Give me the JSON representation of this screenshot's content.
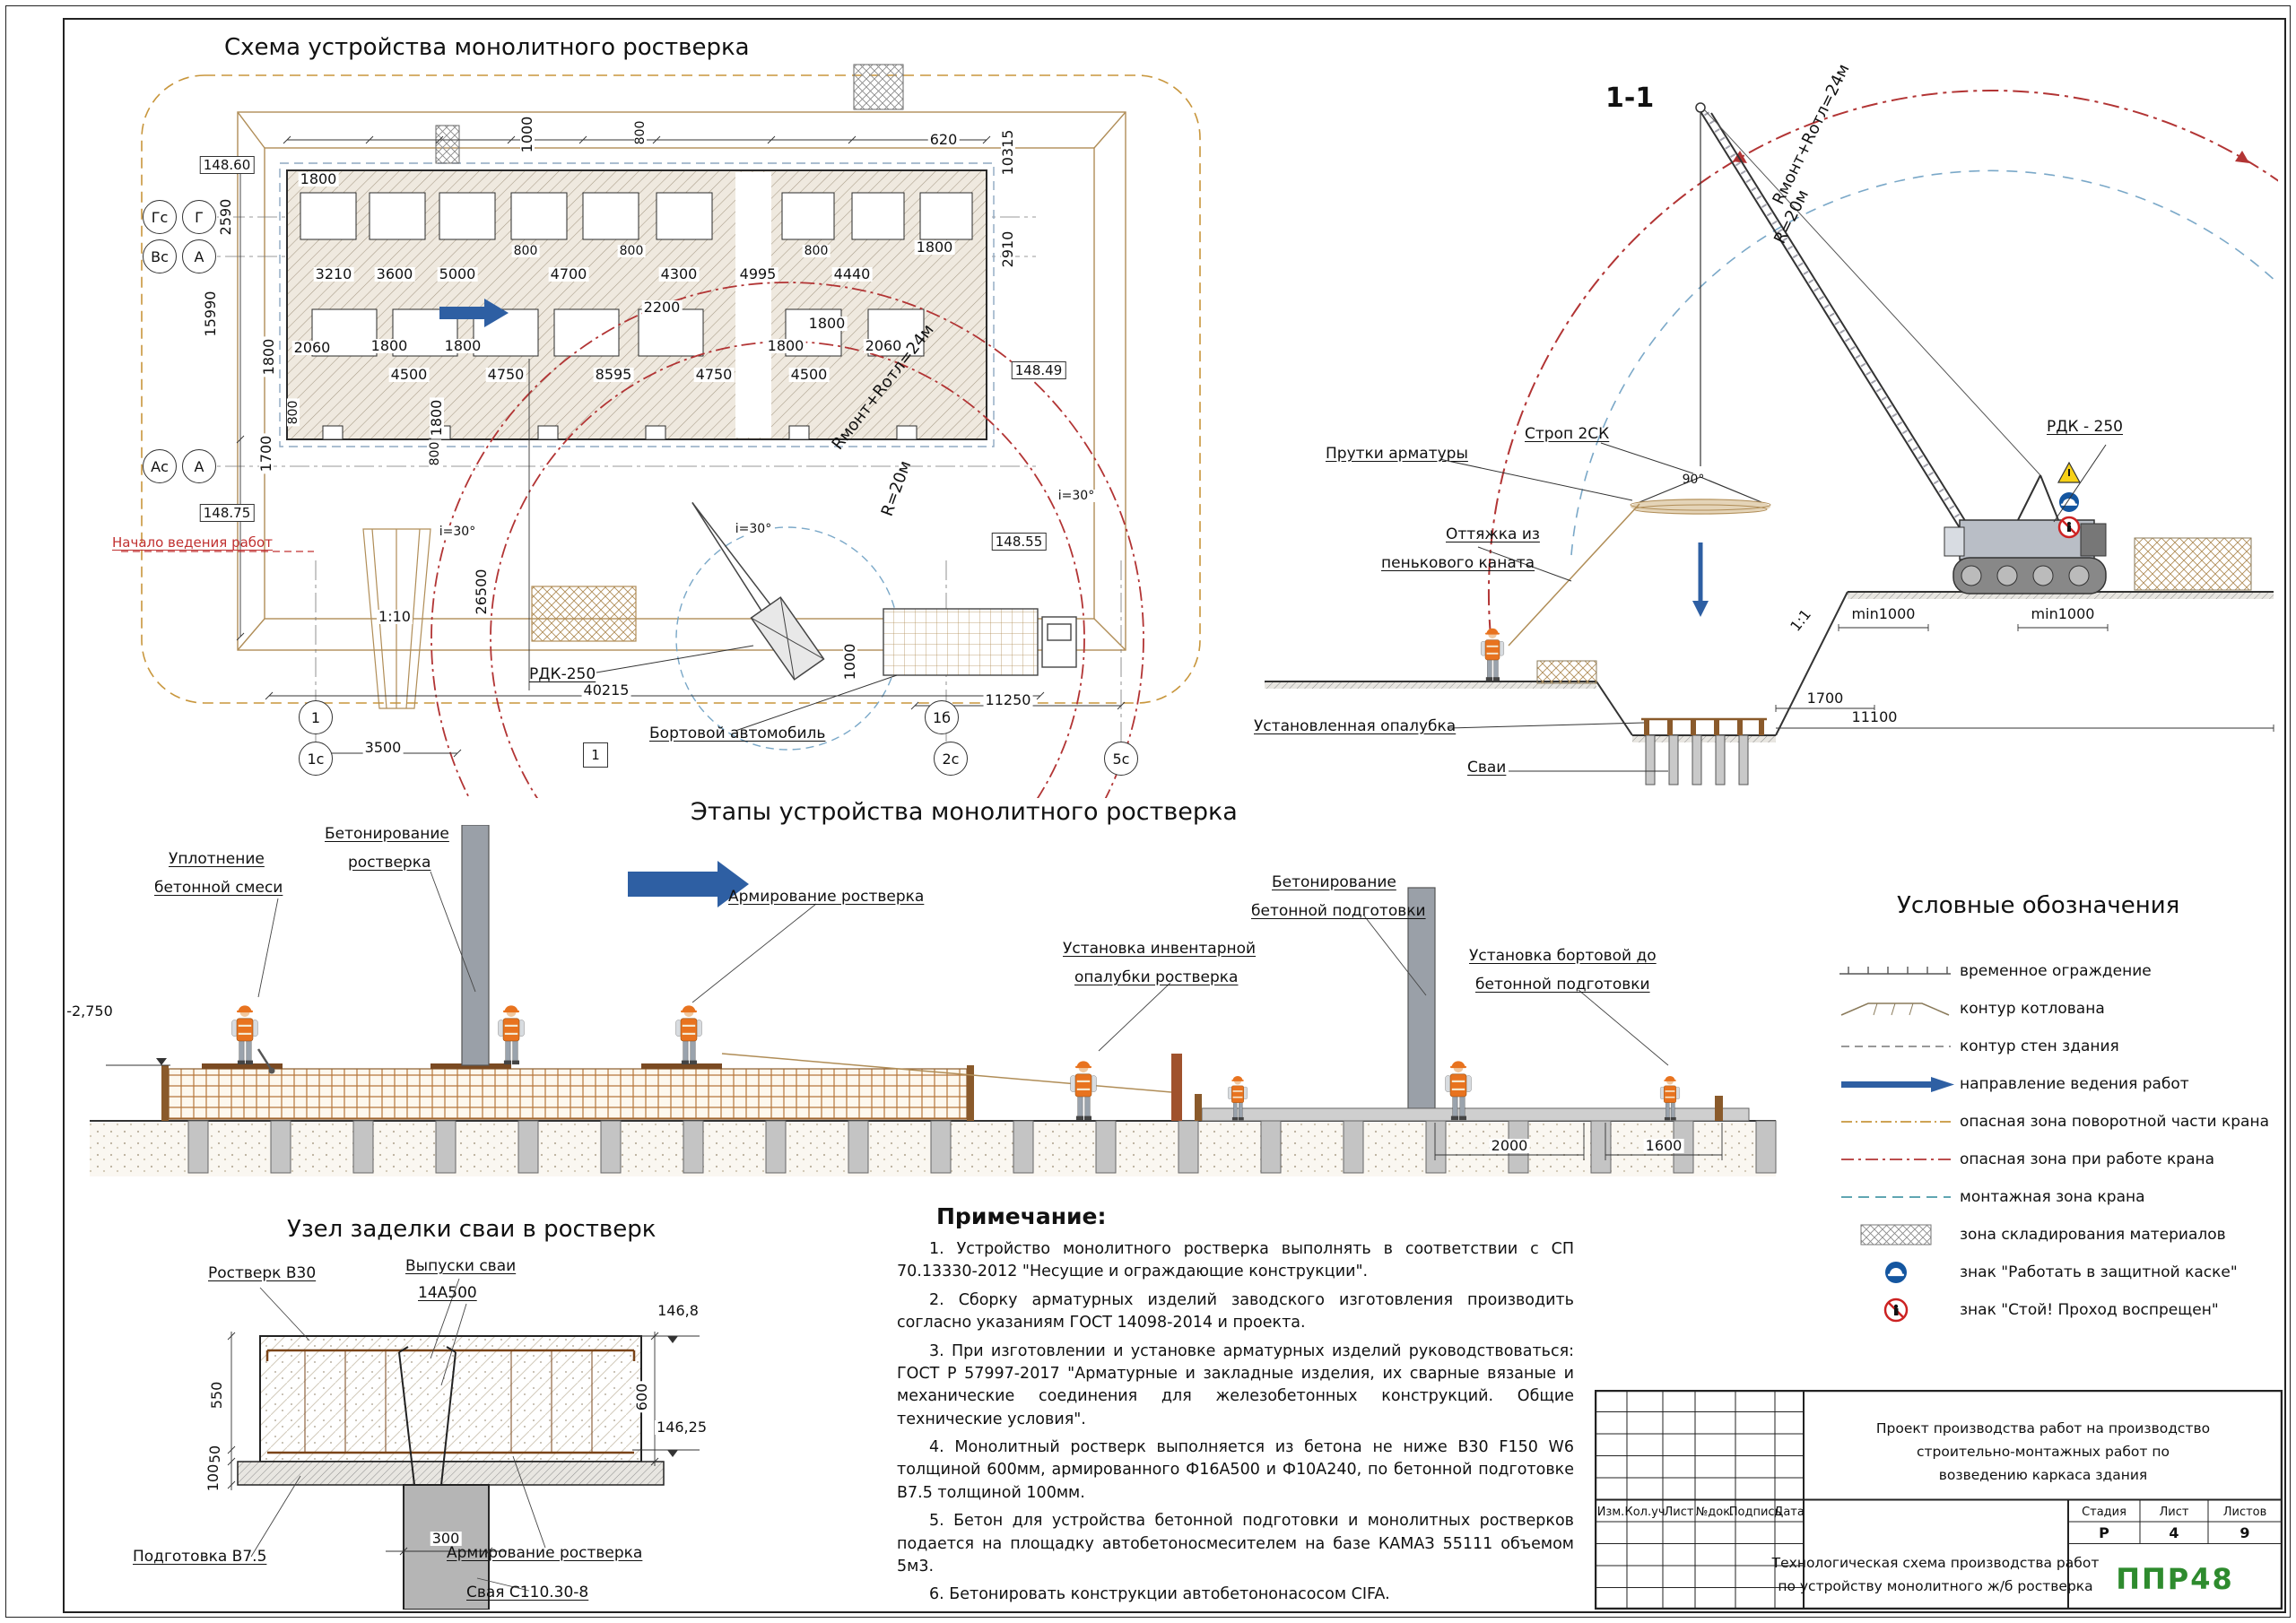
{
  "colors": {
    "danger_red": "#b23434",
    "excavation_tan": "#b08d57",
    "zone_tan": "#c8963c",
    "arrow_blue": "#2e5fa3",
    "montage_teal": "#4a9aa8",
    "logo_green": "#2e8b2e",
    "worker_orange": "#e8731f"
  },
  "plan": {
    "title": "Схема устройства монолитного ростверка",
    "start_label": "Начало ведения работ",
    "crane": "РДК-250",
    "truck": "Бортовой автомобиль",
    "r24": "Rмонт+Rотл=24м",
    "r20": "R=20м",
    "axes": [
      "Гс",
      "Г",
      "Вс",
      "А",
      "Ас",
      "А"
    ],
    "grids": [
      "1",
      "1с",
      "1б",
      "2с",
      "5с",
      "1"
    ],
    "elevs": [
      "148.60",
      "148.75",
      "148.49",
      "148.55"
    ],
    "dims": [
      "1800",
      "3210",
      "3600",
      "5000",
      "800",
      "4700",
      "800",
      "4300",
      "4995",
      "800",
      "4440",
      "1800",
      "2200",
      "1000",
      "800",
      "620",
      "10315",
      "2910",
      "2060",
      "1800",
      "1800",
      "1800",
      "1800",
      "2060",
      "4500",
      "4750",
      "8595",
      "4750",
      "4500",
      "1800",
      "800",
      "800",
      "15990",
      "2590",
      "1700",
      "26500",
      "1:10",
      "40215",
      "3500",
      "1000",
      "11250",
      "i=30°",
      "i=30°",
      "i=30°",
      "1800"
    ]
  },
  "section": {
    "title": "1-1",
    "r24": "Rмонт+Rотл=24м",
    "r20": "R=20м",
    "rebar": "Прутки арматуры",
    "sling": "Строп 2СК",
    "guy1": "Оттяжка из",
    "guy2": "пенькового каната",
    "crane": "РДК - 250",
    "formwork": "Установленная опалубка",
    "piles": "Сваи",
    "min1": "min1000",
    "min2": "min1000",
    "d1700": "1700",
    "d11100": "11100",
    "slope": "1:1",
    "angle": "90°"
  },
  "stages": {
    "title": "Этапы устройства монолитного ростверка",
    "lines": [
      "Уплотнение",
      "бетонной смеси",
      "Бетонирование",
      "ростверка",
      "Армирование ростверка",
      "Установка инвентарной",
      "опалубки ростверка",
      "Бетонирование",
      "бетонной подготовки",
      "Установка бортовой до",
      "бетонной подготовки"
    ],
    "elev": "-2,750",
    "d2000": "2000",
    "d1600": "1600"
  },
  "legend": {
    "title": "Условные обозначения",
    "items": [
      "временное ограждение",
      "контур котлована",
      "контур стен здания",
      "направление ведения работ",
      "опасная зона поворотной части крана",
      "опасная зона при работе крана",
      "монтажная зона крана",
      "зона складирования материалов",
      "знак \"Работать в защитной каске\"",
      "знак \"Стой! Проход воспрещен\""
    ]
  },
  "detail": {
    "title": "Узел заделки сваи в ростверк",
    "cap": "Ростверк В30",
    "outlets": "Выпуски сваи",
    "rebar_mark": "14А500",
    "e1": "146,8",
    "e2": "146,25",
    "d550": "550",
    "d600": "600",
    "d50": "50",
    "d100": "100",
    "d300": "300",
    "prep": "Подготовка В7.5",
    "reinf": "Армирование ростверка",
    "pile": "Свая С110.30-8"
  },
  "notes": {
    "title": "Примечание:",
    "items": [
      "1.  Устройство монолитного ростверка выполнять в соответствии с СП 70.13330-2012 \"Несущие и ограждающие конструкции\".",
      "2.  Сборку арматурных изделий заводского изготовления производить согласно указаниям ГОСТ 14098-2014 и проекта.",
      "3.  При изготовлении и установке арматурных изделий руководствоваться: ГОСТ Р 57997-2017 \"Арматурные и закладные изделия, их сварные вязаные и механические соединения для железобетонных конструкций. Общие технические условия\".",
      "4.  Монолитный ростверк выполняется из бетона не ниже В30 F150 W6 толщиной 600мм, армированного Ф16А500 и Ф10А240, по бетонной подготовке В7.5 толщиной 100мм.",
      "5.  Бетон для устройства бетонной подготовки и монолитных ростверков подается на площадку автобетоносмесителем на базе КАМАЗ 55111 объемом 5м3.",
      "6.  Бетонировать конструкции автобетононасосом CIFA."
    ]
  },
  "titleblock": {
    "rev_cols": [
      "Изм.",
      "Кол.уч",
      "Лист",
      "№док.",
      "Подпись",
      "Дата"
    ],
    "project_lines": [
      "Проект производства работ на производство",
      "строительно-монтажных работ по",
      "возведению каркаса здания"
    ],
    "doc_lines": [
      "Технологическая схема производства работ",
      "по устройству монолитного ж/б ростверка"
    ],
    "stage_label": "Стадия",
    "sheet_label": "Лист",
    "sheets_label": "Листов",
    "stage": "Р",
    "sheet": "4",
    "sheets": "9",
    "logo": "ППР48"
  }
}
